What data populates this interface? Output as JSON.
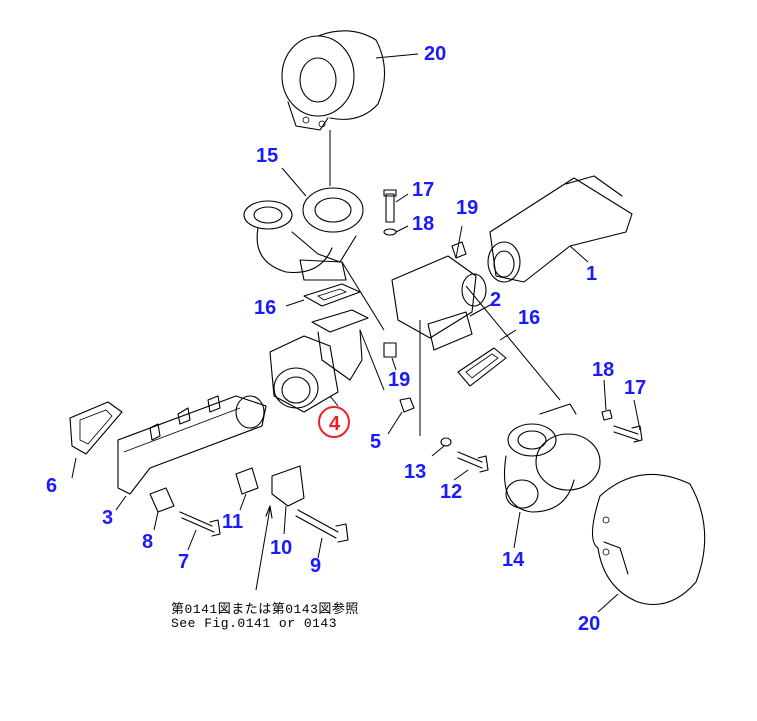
{
  "callouts": {
    "c1": "1",
    "c2": "2",
    "c3": "3",
    "c4": "4",
    "c5": "5",
    "c6": "6",
    "c7": "7",
    "c8": "8",
    "c9": "9",
    "c10": "10",
    "c11": "11",
    "c12": "12",
    "c13": "13",
    "c14": "14",
    "c15": "15",
    "c16a": "16",
    "c16b": "16",
    "c17a": "17",
    "c17b": "17",
    "c18a": "18",
    "c18b": "18",
    "c19a": "19",
    "c19b": "19",
    "c20a": "20",
    "c20b": "20"
  },
  "note": {
    "jp": "第0141図または第0143図参照",
    "en": "See Fig.0141 or 0143"
  },
  "colors": {
    "callout": "#1a1aff",
    "highlight": "#e8232a",
    "line": "#000000"
  }
}
